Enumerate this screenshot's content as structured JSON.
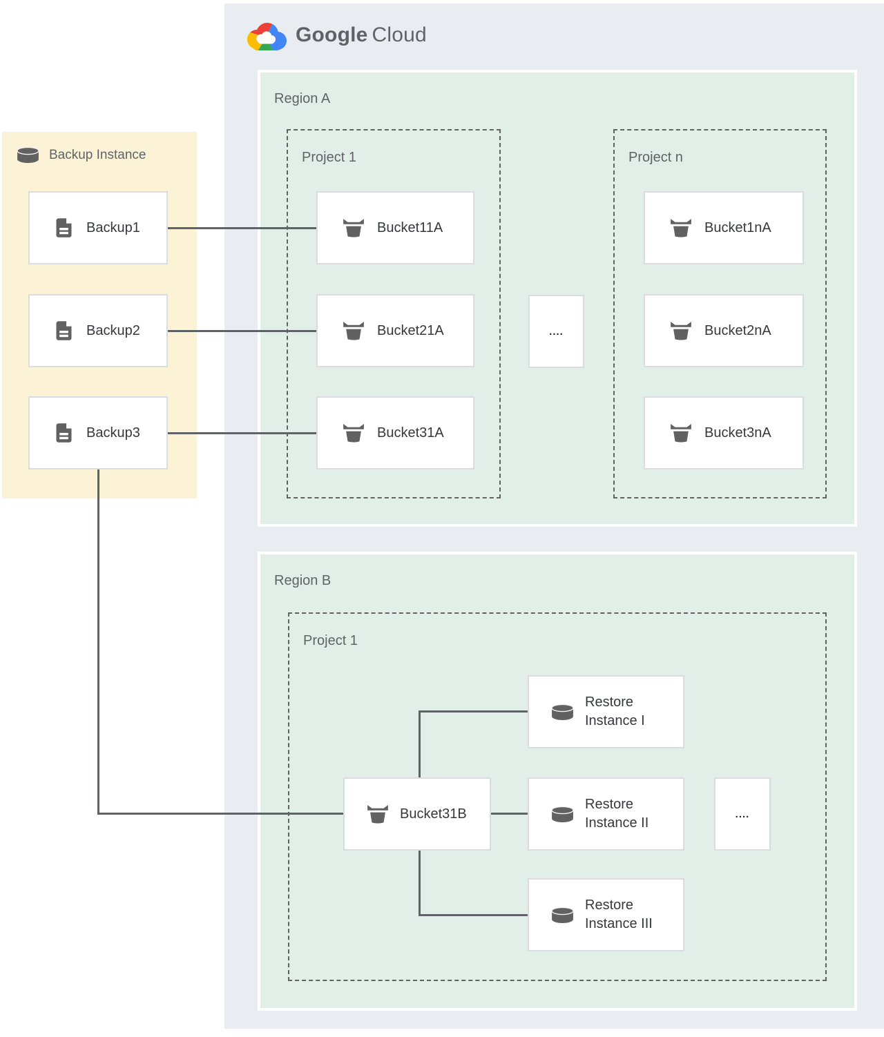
{
  "header": {
    "logo_text_1": "Google",
    "logo_text_2": "Cloud"
  },
  "backup_panel": {
    "title": "Backup Instance",
    "items": [
      {
        "label": "Backup1"
      },
      {
        "label": "Backup2"
      },
      {
        "label": "Backup3"
      }
    ]
  },
  "region_a": {
    "label": "Region A",
    "project_1": {
      "label": "Project 1",
      "buckets": [
        {
          "label": "Bucket11A"
        },
        {
          "label": "Bucket21A"
        },
        {
          "label": "Bucket31A"
        }
      ]
    },
    "project_n": {
      "label": "Project n",
      "buckets": [
        {
          "label": "Bucket1nA"
        },
        {
          "label": "Bucket2nA"
        },
        {
          "label": "Bucket3nA"
        }
      ]
    },
    "ellipsis": "...."
  },
  "region_b": {
    "label": "Region B",
    "project_1": {
      "label": "Project 1",
      "bucket": {
        "label": "Bucket31B"
      },
      "restore_instances": [
        {
          "label": "Restore Instance I"
        },
        {
          "label": "Restore Instance II"
        },
        {
          "label": "Restore Instance III"
        }
      ],
      "ellipsis": "...."
    }
  },
  "colors": {
    "gcp_panel_bg": "#e9ecf0",
    "region_bg": "#e2efe8",
    "backup_panel_bg": "#fcf3d7",
    "box_border": "#dadce0",
    "connector_line": "#5f6368",
    "zone_label_text": "#5f6368",
    "box_text": "#37383c",
    "icon_gray": "#616161",
    "logo_red": "#ea4335",
    "logo_blue": "#4285f4",
    "logo_green": "#34a853",
    "logo_yellow": "#fbbc05"
  }
}
